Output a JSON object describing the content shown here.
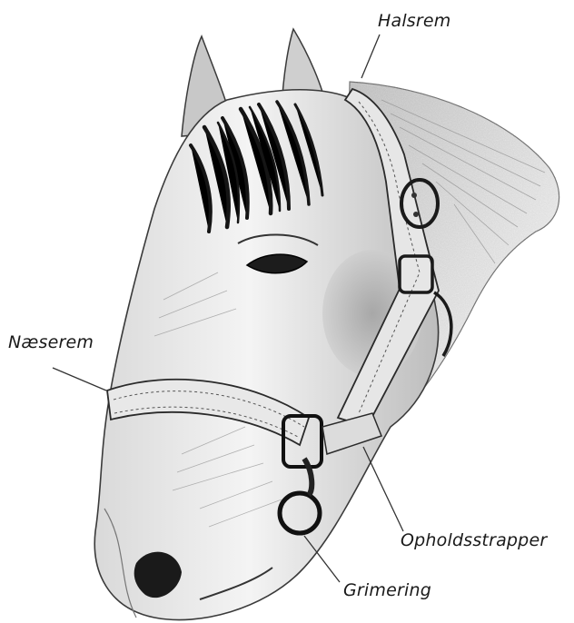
{
  "labels": {
    "halsrem": "Halsrem",
    "naeserem": "Næserem",
    "opholdsstrapper": "Opholdsstrapper",
    "grimering": "Grimering"
  },
  "illustration": {
    "subject": "horse-head-with-halter",
    "style": "pencil-sketch",
    "colors": {
      "ink": "#1a1a1a",
      "shade": "#8a8a8a",
      "paper": "#ffffff"
    }
  }
}
